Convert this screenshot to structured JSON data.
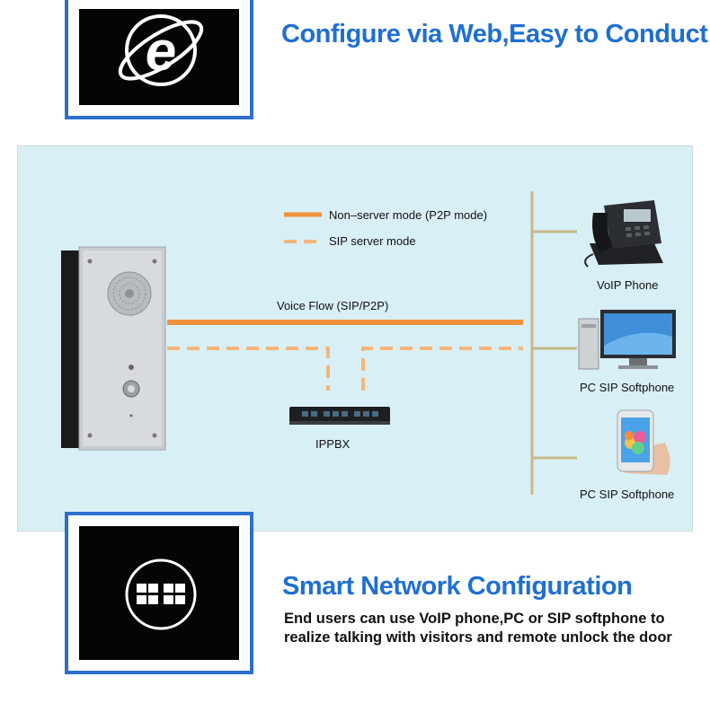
{
  "section_web": {
    "title": "Configure via Web,Easy to Conduct",
    "icon": "internet-explorer-icon"
  },
  "diagram": {
    "legend": [
      {
        "label": "Non–server mode (P2P mode)",
        "style": "solid",
        "color": "#f0913a"
      },
      {
        "label": "SIP server mode",
        "style": "dashed",
        "color": "#f5b57a"
      }
    ],
    "voice_flow_label": "Voice Flow (SIP/P2P)",
    "ippbx_label": "IPPBX",
    "endpoints": [
      {
        "label": "VoIP Phone",
        "icon": "desk-phone-icon"
      },
      {
        "label": "PC SIP Softphone",
        "icon": "computer-icon"
      },
      {
        "label": "PC SIP Softphone",
        "icon": "smartphone-icon"
      }
    ]
  },
  "section_network": {
    "title": "Smart Network Configuration",
    "description": "End users can use VoIP phone,PC or SIP softphone to realize talking with visitors and  remote unlock the door",
    "icon": "grid-blocks-icon"
  },
  "colors": {
    "accent_blue": "#1f6fd1",
    "orange": "#f0913a",
    "light_orange": "#f5b57a",
    "panel_bg": "#d9eff6"
  }
}
